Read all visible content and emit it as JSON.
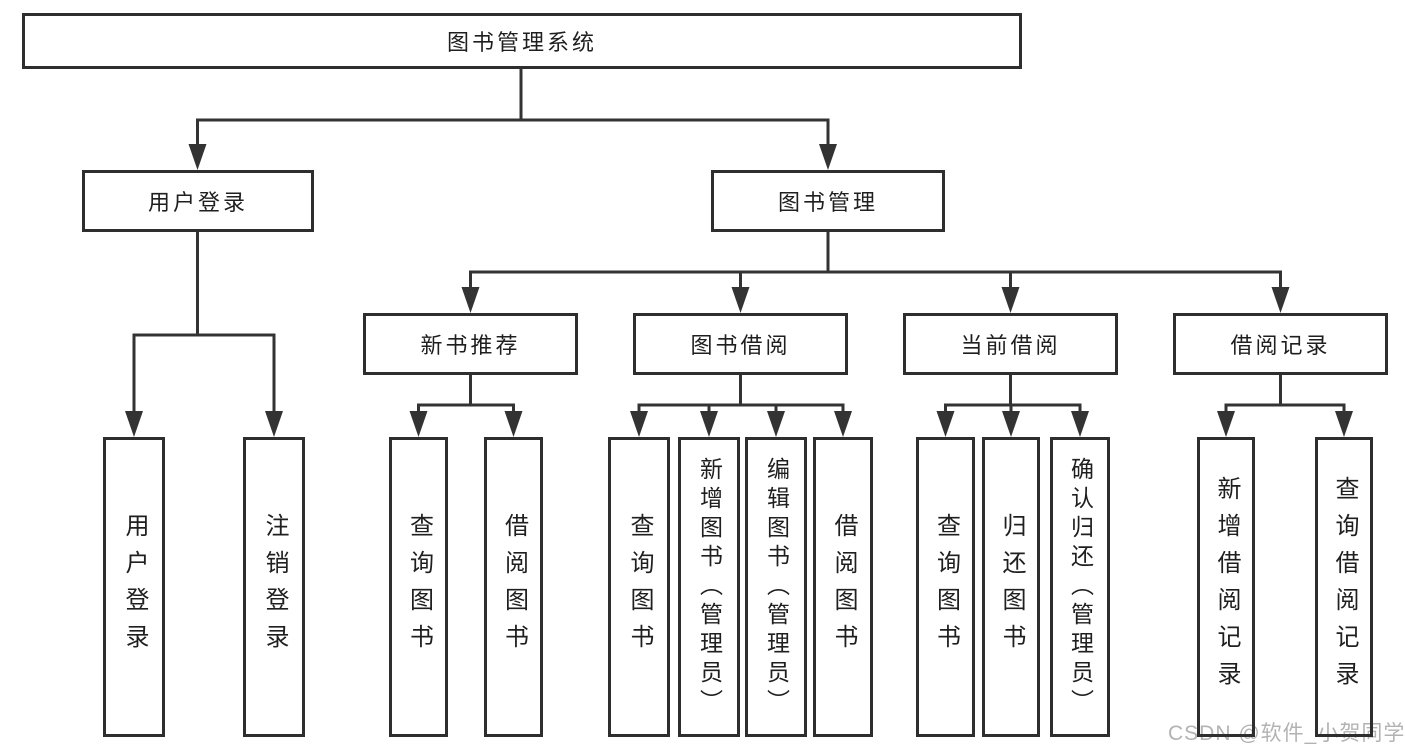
{
  "colors": {
    "line": "#333333",
    "border": "#2e2e2e",
    "text": "#1f1f1f",
    "background": "#ffffff",
    "watermark": "#b3b3b3"
  },
  "watermark": "CSDN @软件_小贺同学",
  "tree": {
    "label": "图书管理系统",
    "children": [
      {
        "label": "用户登录",
        "children": [
          {
            "label": "用户登录"
          },
          {
            "label": "注销登录"
          }
        ]
      },
      {
        "label": "图书管理",
        "children": [
          {
            "label": "新书推荐",
            "children": [
              {
                "label": "查询图书"
              },
              {
                "label": "借阅图书"
              }
            ]
          },
          {
            "label": "图书借阅",
            "children": [
              {
                "label": "查询图书"
              },
              {
                "label": "新增图书（管理员）"
              },
              {
                "label": "编辑图书（管理员）"
              },
              {
                "label": "借阅图书"
              }
            ]
          },
          {
            "label": "当前借阅",
            "children": [
              {
                "label": "查询图书"
              },
              {
                "label": "归还图书"
              },
              {
                "label": "确认归还（管理员）"
              }
            ]
          },
          {
            "label": "借阅记录",
            "children": [
              {
                "label": "新增借阅记录"
              },
              {
                "label": "查询借阅记录"
              }
            ]
          }
        ]
      }
    ]
  }
}
